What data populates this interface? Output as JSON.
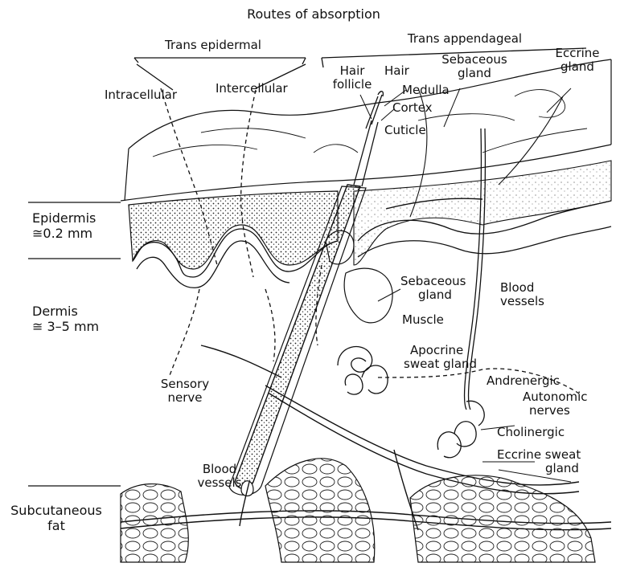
{
  "title": "Routes of absorption",
  "routes": {
    "trans_epidermal": "Trans epidermal",
    "trans_appendageal": "Trans appendageal",
    "intracellular": "Intracellular",
    "intercellular": "Intercellular"
  },
  "structures": {
    "hair_follicle": [
      "Hair",
      "follicle"
    ],
    "hair": "Hair",
    "medulla": "Medulla",
    "cortex": "Cortex",
    "cuticle": "Cuticle",
    "sebaceous_gland_top": [
      "Sebaceous",
      "gland"
    ],
    "eccrine_gland_top": [
      "Eccrine",
      "gland"
    ],
    "sebaceous_gland_mid": [
      "Sebaceous",
      "gland"
    ],
    "blood_vessels_right": [
      "Blood",
      "vessels"
    ],
    "muscle": "Muscle",
    "apocrine": [
      "Apocrine",
      "sweat gland"
    ],
    "andrenergic": "Andrenergic",
    "autonomic_nerves": [
      "Autonomic",
      "nerves"
    ],
    "cholinergic": "Cholinergic",
    "eccrine_sweat_gland": [
      "Eccrine sweat",
      "gland"
    ],
    "sensory_nerve": [
      "Sensory",
      "nerve"
    ],
    "blood_vessels_bottom": [
      "Blood",
      "vessels"
    ]
  },
  "layers": {
    "epidermis": [
      "Epidermis",
      "≅0.2 mm"
    ],
    "dermis": [
      "Dermis",
      "≅ 3–5 mm"
    ],
    "subcutaneous": [
      "Subcutaneous",
      "fat"
    ]
  }
}
